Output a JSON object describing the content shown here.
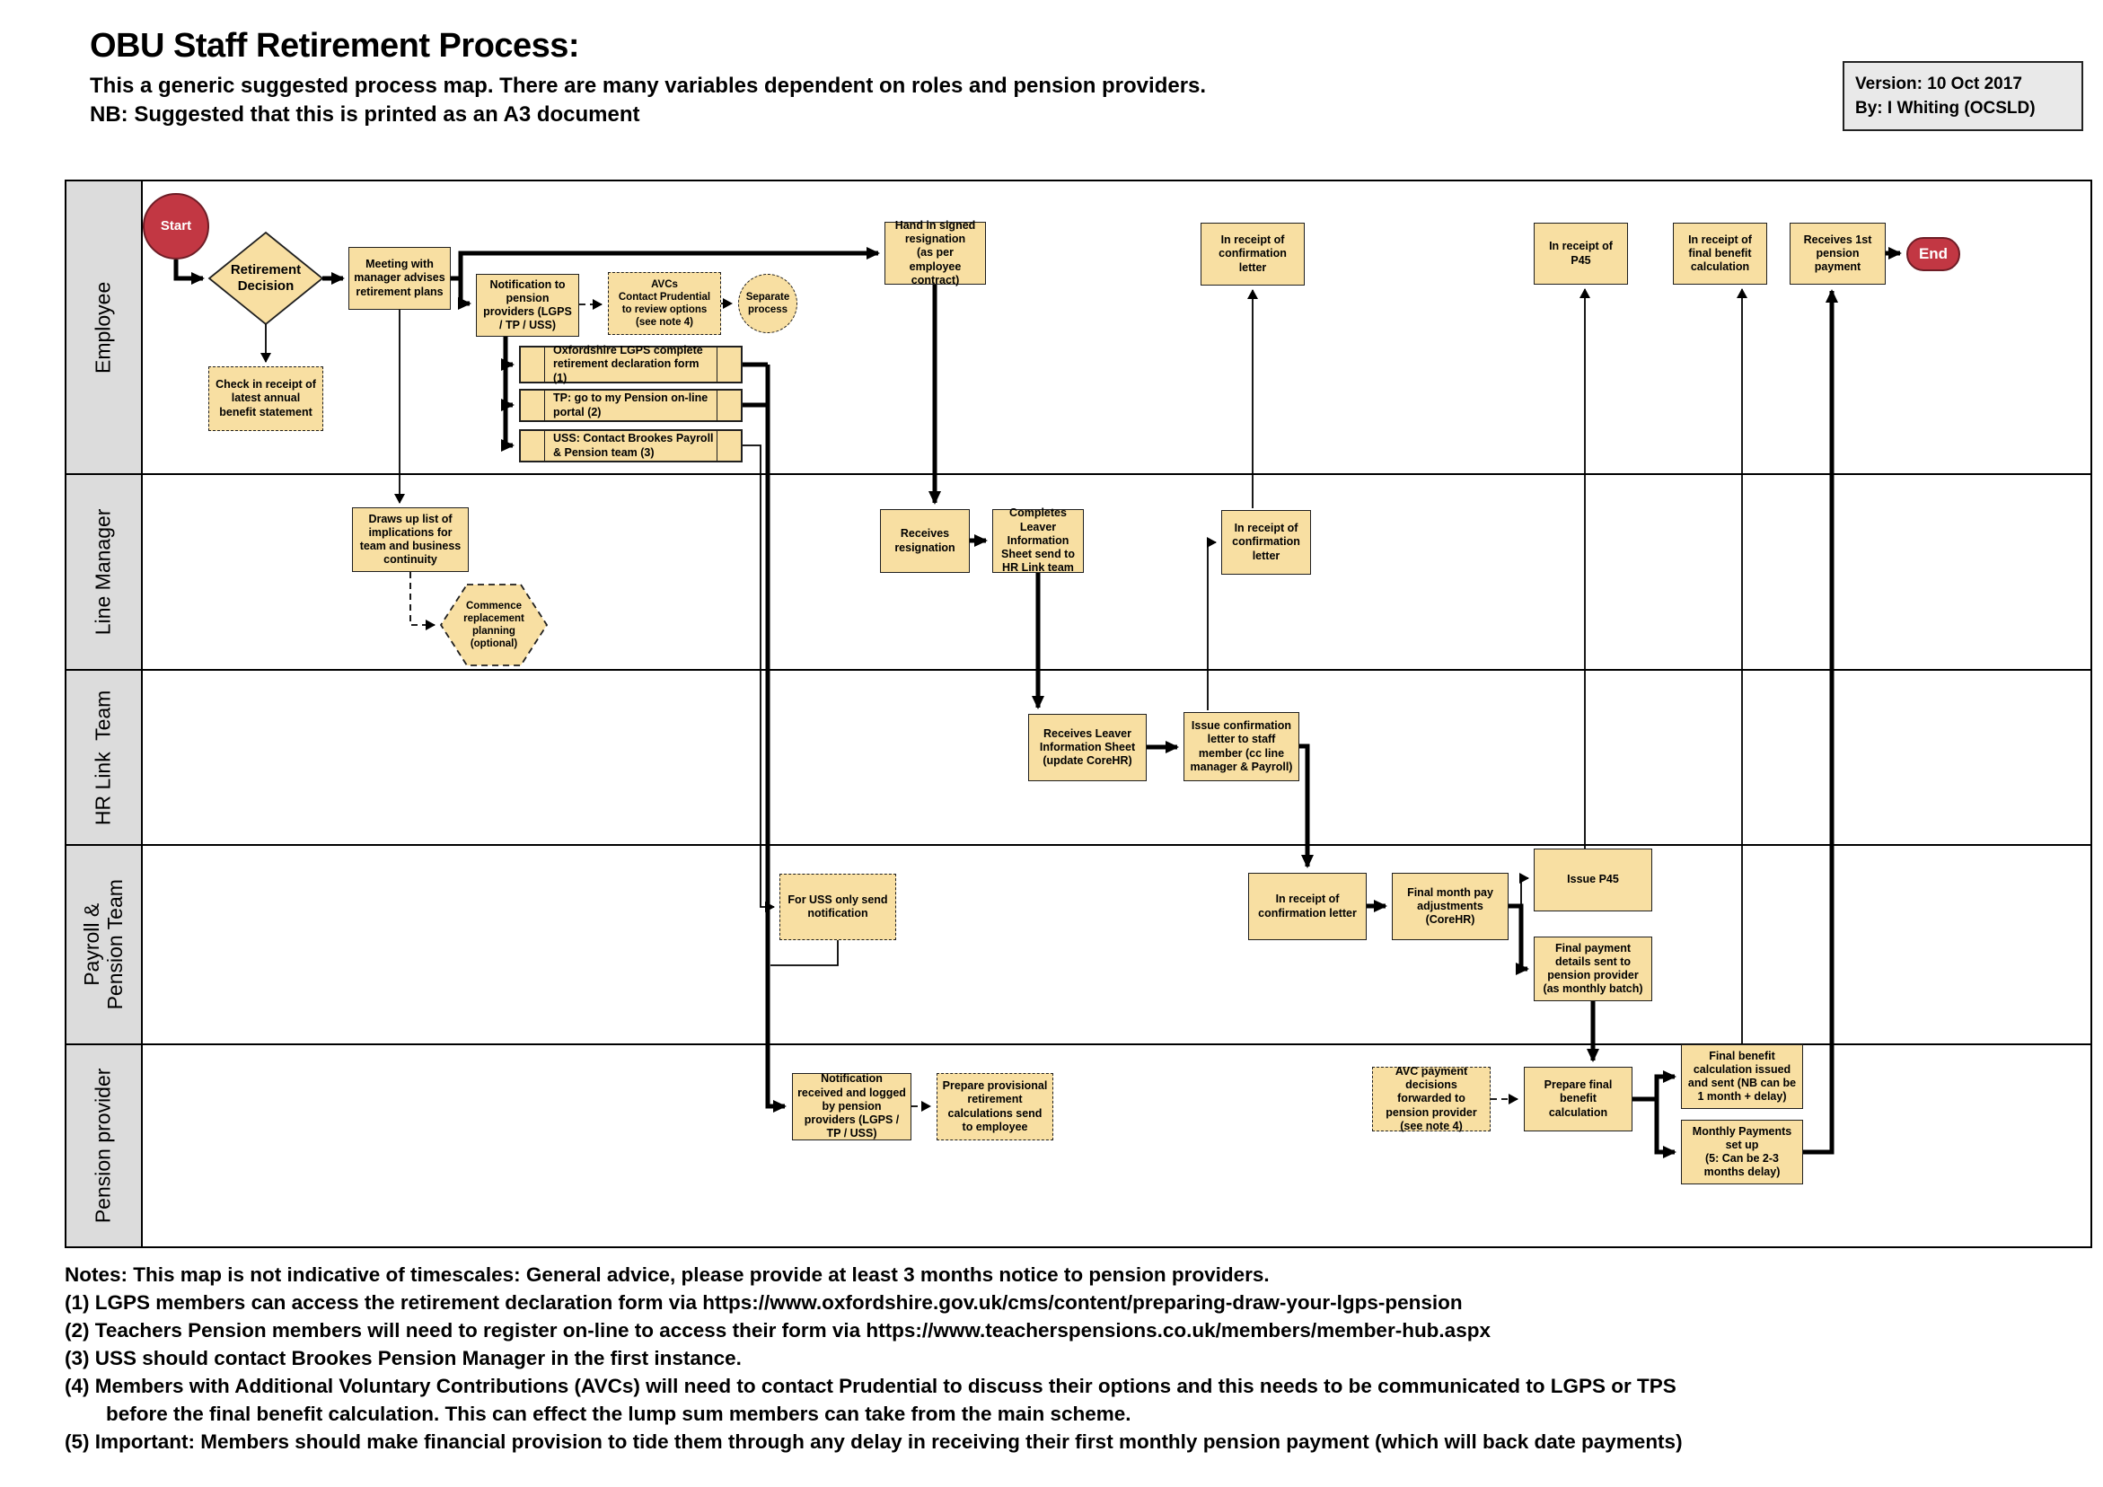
{
  "header": {
    "title": "OBU Staff Retirement Process:",
    "subtitle": "This a generic suggested process map. There are many variables dependent on roles and pension providers.",
    "nb": "NB: Suggested that this is printed as an A3 document",
    "version_line1": "Version: 10 Oct 2017",
    "version_line2": "By: I Whiting  (OCSLD)"
  },
  "lanes": [
    {
      "label": "Employee"
    },
    {
      "label": "Line Manager"
    },
    {
      "label": "HR Link  Team"
    },
    {
      "label": "Payroll &\nPension Team"
    },
    {
      "label": "Pension provider"
    }
  ],
  "nodes": {
    "start": {
      "label": "Start"
    },
    "retirement_decision": {
      "label": "Retirement\nDecision"
    },
    "meeting_manager": {
      "label": "Meeting with manager advises retirement plans"
    },
    "check_receipt_statement": {
      "label": "Check in receipt of latest annual benefit statement"
    },
    "notification_providers": {
      "label": "Notification to pension providers (LGPS / TP / USS)"
    },
    "avcs_prudential": {
      "label": "AVCs\nContact Prudential to review options\n(see note 4)"
    },
    "separate_process": {
      "label": "Separate process"
    },
    "lgps_declaration": {
      "label": "Oxfordshire LGPS complete retirement declaration form (1)"
    },
    "tp_portal": {
      "label": "TP: go to my Pension on-line portal (2)"
    },
    "uss_contact": {
      "label": "USS: Contact Brookes Payroll & Pension team (3)"
    },
    "hand_in_resignation": {
      "label": "Hand in signed resignation\n(as per employee contract)"
    },
    "receipt_confirmation_employee": {
      "label": "In receipt of confirmation letter"
    },
    "receipt_p45": {
      "label": "In receipt of P45"
    },
    "receipt_final_benefit": {
      "label": "In receipt of final benefit calculation"
    },
    "receives_first_payment": {
      "label": "Receives 1st pension payment"
    },
    "end": {
      "label": "End"
    },
    "draws_up_list": {
      "label": "Draws up list of implications for team and business continuity"
    },
    "commence_replacement": {
      "label": "Commence replacement planning (optional)"
    },
    "receives_resignation": {
      "label": "Receives resignation"
    },
    "complete_leaver_sheet": {
      "label": "Completes Leaver Information Sheet send to HR Link team"
    },
    "receipt_confirmation_lm": {
      "label": "In receipt of confirmation letter"
    },
    "receives_leaver_sheet": {
      "label": "Receives Leaver Information Sheet (update CoreHR)"
    },
    "issue_confirmation_letter": {
      "label": "Issue confirmation letter to staff member (cc line manager & Payroll)"
    },
    "uss_only_notification": {
      "label": "For USS only send notification"
    },
    "receipt_confirmation_pp": {
      "label": "In receipt of confirmation letter"
    },
    "final_month_pay": {
      "label": "Final month pay adjustments (CoreHR)"
    },
    "issue_p45": {
      "label": "Issue P45"
    },
    "final_payment_details": {
      "label": "Final payment details sent to pension provider (as monthly batch)"
    },
    "notification_received": {
      "label": "Notification received and logged by pension providers (LGPS / TP / USS)"
    },
    "prepare_provisional": {
      "label": "Prepare provisional retirement calculations send to employee"
    },
    "avc_payment_decisions": {
      "label": "AVC payment decisions forwarded to pension provider (see note 4)"
    },
    "prepare_final_benefit": {
      "label": "Prepare final benefit calculation"
    },
    "final_benefit_issued": {
      "label": "Final benefit calculation issued and sent (NB can be 1 month + delay)"
    },
    "monthly_payments": {
      "label": "Monthly Payments\nset up\n(5: Can be 2-3 months delay)"
    }
  },
  "notes": [
    "Notes: This map is not indicative of timescales: General advice, please provide at least 3 months notice to pension providers.",
    "(1) LGPS members can access the retirement declaration form via https://www.oxfordshire.gov.uk/cms/content/preparing-draw-your-lgps-pension",
    "(2) Teachers Pension members will need to register on-line to access their form via https://www.teacherspensions.co.uk/members/member-hub.aspx",
    "(3) USS should contact Brookes Pension Manager in the first instance.",
    "(4) Members with Additional Voluntary Contributions (AVCs) will need to contact Prudential to discuss their options and this needs to be communicated to LGPS or TPS",
    "before the final benefit calculation. This can effect the lump sum members can take from the main scheme.",
    "(5) Important: Members should make financial provision to tide them through any delay in receiving their first monthly pension payment (which will back date payments)"
  ],
  "colors": {
    "node_fill": "#F8DFA2",
    "node_border": "#1F1F1F",
    "terminal_fill": "#C23743",
    "lane_label_bg": "#DCDCDC",
    "version_box_bg": "#E9E9E9",
    "line_color": "#000000"
  }
}
